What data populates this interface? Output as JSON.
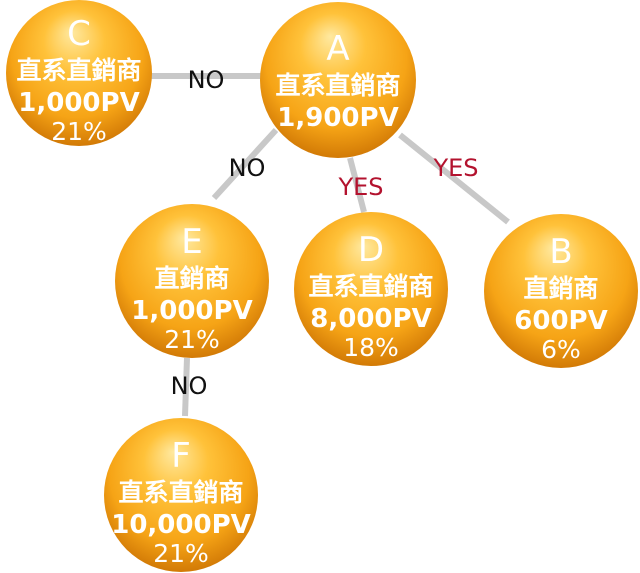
{
  "colors": {
    "edge": "#c8c8c8",
    "label_no": "#111111",
    "label_yes": "#b3122e",
    "sphere_light": "#ffe9a0",
    "sphere_mid": "#f6a416",
    "sphere_dark": "#d27a06"
  },
  "nodes": [
    {
      "key": "A",
      "id": "A",
      "role": "直系直銷商",
      "pv": "1,900PV",
      "pct": ""
    },
    {
      "key": "B",
      "id": "B",
      "role": "直銷商",
      "pv": "600PV",
      "pct": "6%"
    },
    {
      "key": "C",
      "id": "C",
      "role": "直系直銷商",
      "pv": "1,000PV",
      "pct": "21%"
    },
    {
      "key": "D",
      "id": "D",
      "role": "直系直銷商",
      "pv": "8,000PV",
      "pct": "18%"
    },
    {
      "key": "E",
      "id": "E",
      "role": "直銷商",
      "pv": "1,000PV",
      "pct": "21%"
    },
    {
      "key": "F",
      "id": "F",
      "role": "直系直銷商",
      "pv": "10,000PV",
      "pct": "21%"
    }
  ],
  "edges": [
    {
      "from": "A",
      "to": "C",
      "label": "NO",
      "kind": "no"
    },
    {
      "from": "A",
      "to": "E",
      "label": "NO",
      "kind": "no"
    },
    {
      "from": "A",
      "to": "D",
      "label": "YES",
      "kind": "yes"
    },
    {
      "from": "A",
      "to": "B",
      "label": "YES",
      "kind": "yes"
    },
    {
      "from": "E",
      "to": "F",
      "label": "NO",
      "kind": "no"
    }
  ]
}
